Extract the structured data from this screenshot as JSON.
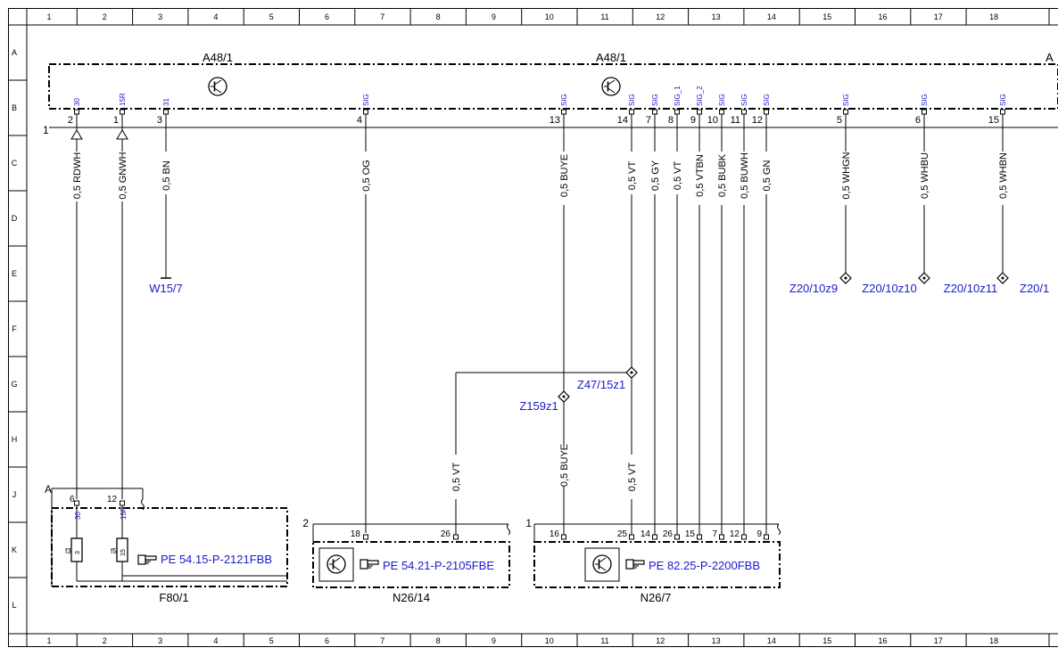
{
  "frame": {
    "columns": [
      "1",
      "2",
      "3",
      "4",
      "5",
      "6",
      "7",
      "8",
      "9",
      "10",
      "11",
      "12",
      "13",
      "14",
      "15",
      "16",
      "17",
      "18"
    ],
    "rows": [
      "A",
      "B",
      "C",
      "D",
      "E",
      "F",
      "G",
      "H",
      "J",
      "K",
      "L"
    ]
  },
  "modules": {
    "a48_left": "A48/1",
    "a48_mid": "A48/1",
    "a48_right": "A",
    "bus_marker": "1",
    "fuse_box": "F80/1",
    "fuse_box_tag": "A",
    "n26_14": "N26/14",
    "n26_14_tag": "2",
    "n26_7": "N26/7",
    "n26_7_tag": "1"
  },
  "a48_pins": [
    {
      "pin": "2",
      "sig": "30",
      "wire": "0,5 RDWH"
    },
    {
      "pin": "1",
      "sig": "15R",
      "wire": "0,5 GNWH"
    },
    {
      "pin": "3",
      "sig": "31",
      "wire": "0,5 BN"
    },
    {
      "pin": "4",
      "sig": "SIG",
      "wire": "0,5 OG"
    },
    {
      "pin": "13",
      "sig": "SIG",
      "wire": "0,5 BUYE"
    },
    {
      "pin": "14",
      "sig": "SIG",
      "wire": "0,5 VT"
    },
    {
      "pin": "7",
      "sig": "SIG",
      "wire": "0,5 GY"
    },
    {
      "pin": "8",
      "sig": "SIG_1",
      "wire": "0,5 VT"
    },
    {
      "pin": "9",
      "sig": "SIG_2",
      "wire": "0,5 VTBN"
    },
    {
      "pin": "10",
      "sig": "SIG",
      "wire": "0,5 BUBK"
    },
    {
      "pin": "11",
      "sig": "SIG",
      "wire": "0,5 BUWH"
    },
    {
      "pin": "12",
      "sig": "SIG",
      "wire": "0,5 GN"
    },
    {
      "pin": "5",
      "sig": "SIG",
      "wire": "0,5 WHGN"
    },
    {
      "pin": "6",
      "sig": "SIG",
      "wire": "0,5 WHBU"
    },
    {
      "pin": "15",
      "sig": "SIG",
      "wire": "0,5 WHBN"
    }
  ],
  "ground": "W15/7",
  "splices": {
    "z20_10z9": "Z20/10z9",
    "z20_10z10": "Z20/10z10",
    "z20_10z11": "Z20/10z11",
    "z20_cut": "Z20/1",
    "z47": "Z47/15z1",
    "z159": "Z159z1"
  },
  "lower_wires": {
    "vt_left": "0,5 VT",
    "buye": "0,5 BUYE",
    "vt_right": "0,5 VT"
  },
  "fuse_box": {
    "pin6": "6",
    "pin12": "12",
    "sig30": "30",
    "sig15r": "15R",
    "f3": "f3",
    "f3_val": "3",
    "f5": "f5",
    "f5_val": "15",
    "ref": "PE 54.15-P-2121FBB"
  },
  "n26_14_box": {
    "pin18": "18",
    "pin26": "26",
    "ref": "PE 54.21-P-2105FBE"
  },
  "n26_7_box": {
    "pins": [
      "16",
      "25",
      "14",
      "26",
      "15",
      "7",
      "12",
      "9"
    ],
    "ref": "PE 82.25-P-2200FBB"
  }
}
